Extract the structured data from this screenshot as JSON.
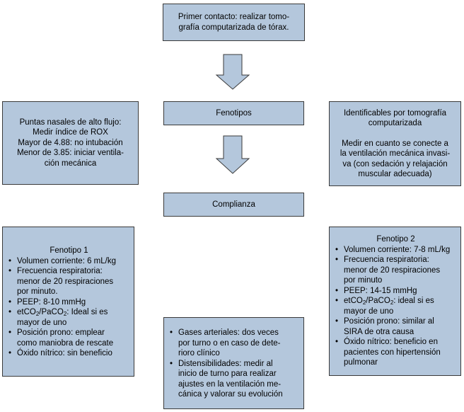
{
  "boxes": {
    "primer_contacto": [
      "Primer contacto: realizar tomo-",
      "grafía computarizada de tórax."
    ],
    "fenotipos": "Fenotipos",
    "complianza": "Complianza",
    "puntas_nasales": [
      "Puntas nasales de alto flujo:",
      "Medir índice de ROX",
      "Mayor de 4.88: no intubación",
      "Menor de 3.85: iniciar ventila-",
      "ción mecánica"
    ],
    "identificables": {
      "heading": [
        "Identificables por tomografía",
        "computarizada"
      ],
      "body": [
        "Medir en cuanto se conecte a",
        "la ventilación mecánica invasi-",
        "va (con sedación y relajación",
        "muscular adecuada)"
      ]
    },
    "fenotipo1": {
      "title": "Fenotipo 1",
      "items": [
        [
          "Volumen corriente: 6 mL/kg"
        ],
        [
          "Frecuencia respiratoria:",
          "menor de 20 respiraciones",
          "por minuto."
        ],
        [
          "PEEP: 8-10 mmHg"
        ],
        [
          "etCO2/PaCO2: Ideal si es",
          "mayor de uno"
        ],
        [
          "Posición prono: emplear",
          "como maniobra de rescate"
        ],
        [
          "Óxido nítrico: sin beneficio"
        ]
      ]
    },
    "fenotipo2": {
      "title": "Fenotipo 2",
      "items": [
        [
          "Volumen corriente: 7-8 mL/kg"
        ],
        [
          "Frecuencia respiratoria:",
          "menor de 20 respiraciones",
          "por minuto"
        ],
        [
          "PEEP: 14-15 mmHg"
        ],
        [
          "etCO2/PaCO2: ideal si es",
          "mayor de uno"
        ],
        [
          "Posición prono: similar al",
          "SIRA de otra causa"
        ],
        [
          "Óxido nítrico: beneficio en",
          "pacientes con hipertensión",
          "pulmonar"
        ]
      ]
    },
    "gases": {
      "items": [
        [
          "Gases arteriales: dos veces",
          "por turno o en caso de dete-",
          "rioro clínico"
        ],
        [
          "Distensibilidades: medir al",
          "inicio de turno para realizar",
          "ajustes en la ventilación me-",
          "cánica y valorar su evolución"
        ]
      ]
    }
  },
  "colors": {
    "box_fill": "#b4c7dc",
    "box_border": "#3a3a3a",
    "arrow_fill": "#b4c7dc"
  }
}
